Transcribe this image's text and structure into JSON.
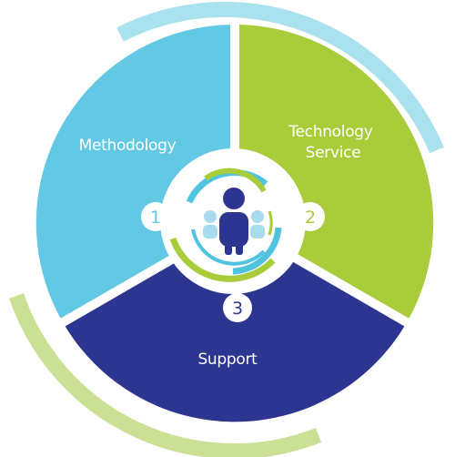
{
  "segments": [
    {
      "id": "methodology",
      "lines": [
        "Methodology"
      ],
      "number": "1",
      "color": "#62c8e3"
    },
    {
      "id": "technology",
      "lines": [
        "Technology",
        "Service"
      ],
      "number": "2",
      "color": "#a8cc3a"
    },
    {
      "id": "support",
      "lines": [
        "Support"
      ],
      "number": "3",
      "color": "#2c3590"
    }
  ],
  "colors": {
    "outer_arc_top": "#a9e1ef",
    "outer_arc_bottom": "#c9e095",
    "hub_ring": "#ffffff",
    "person_main": "#2c3590",
    "person_side": "#a9dbee",
    "ring_blue": "#4fc3e0",
    "ring_green": "#a8cc3a"
  },
  "icons": {
    "center": "people-group-icon"
  }
}
